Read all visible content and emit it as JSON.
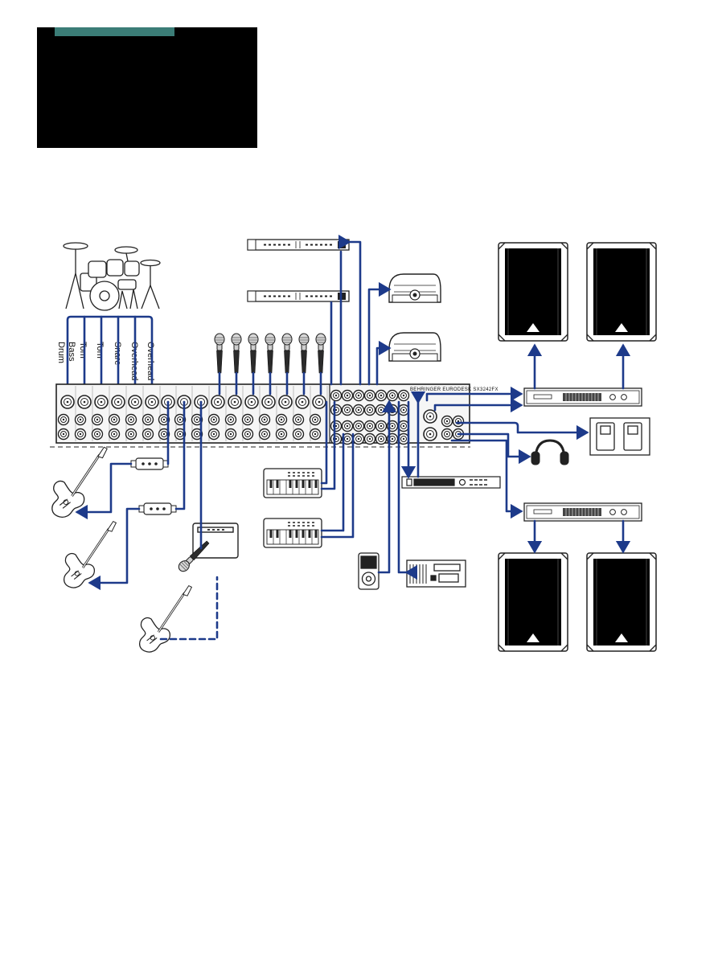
{
  "colors": {
    "header_panel": "#000000",
    "header_accent": "#3b7d77",
    "cable": "#1d3a8a",
    "device_outline": "#222222",
    "mixer_fill": "#f2f2f2"
  },
  "icons": {
    "drum_kit": "drum-kit-icon",
    "microphone": "microphone-icon",
    "electric_guitar": "electric-guitar-icon",
    "bass_guitar": "bass-guitar-icon",
    "di_box": "di-box-icon",
    "guitar_amp": "guitar-amp-icon",
    "keyboard": "keyboard-icon",
    "media_player": "media-player-icon",
    "recorder": "recorder-icon",
    "effects_rack": "rack-processor-icon",
    "monitor_wedge": "monitor-wedge-icon",
    "power_amp": "power-amp-icon",
    "speaker": "speaker-icon",
    "headphones": "headphones-icon",
    "footswitch": "footswitch-icon"
  },
  "drum_labels": [
    "Bass Drum",
    "Tom",
    "Tom",
    "Snare",
    "Overhead",
    "Overhead"
  ],
  "mixer": {
    "brand": "BEHRINGER EURODESK SX3242FX"
  }
}
